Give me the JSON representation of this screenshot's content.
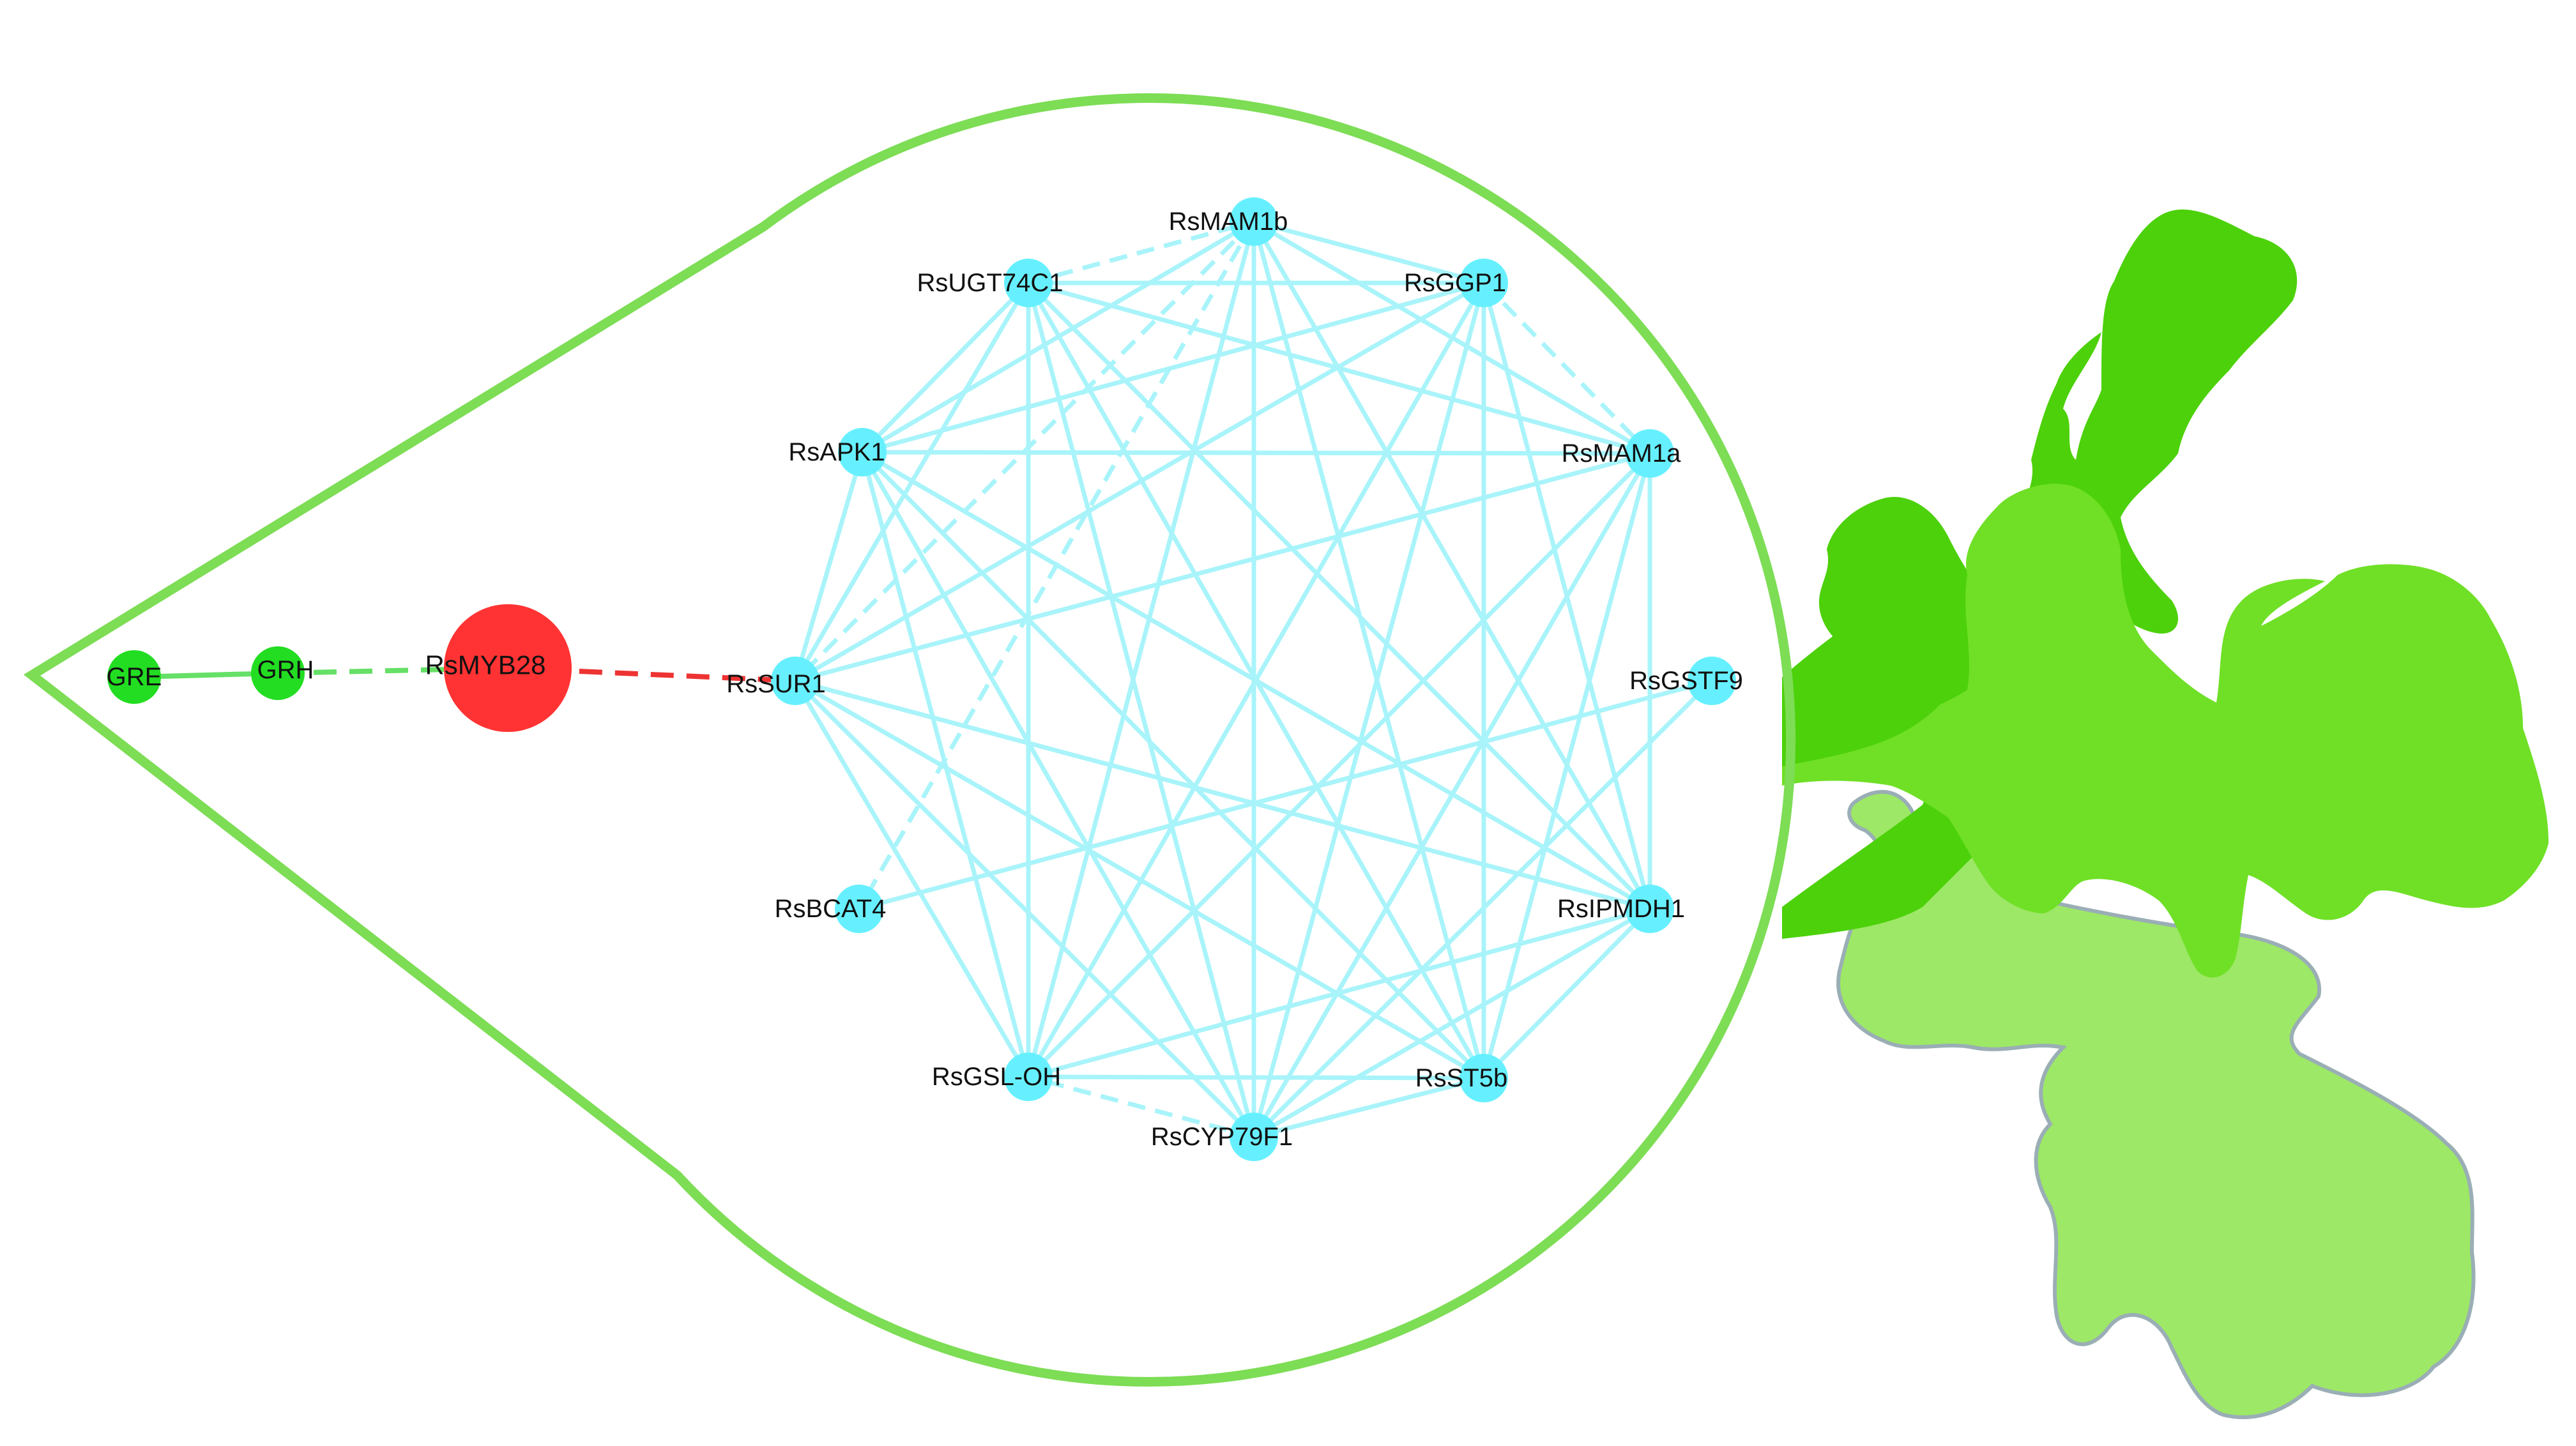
{
  "colors": {
    "outline": "#7ddd55",
    "hub_node": "#ff3333",
    "gene_node": "#66f0ff",
    "gene_edge": "#a8f4fa",
    "regulator_node": "#22dd22",
    "hub_edge": "#ee3333",
    "regulator_edge": "#66e066",
    "leaf_dark": "#4cd10a",
    "leaf_mid": "#6fe026",
    "leaf_light": "#9de866"
  },
  "nodes": [
    {
      "id": "GRE",
      "label": "GRE",
      "kind": "regulator"
    },
    {
      "id": "GRH",
      "label": "GRH",
      "kind": "regulator"
    },
    {
      "id": "RsMYB28",
      "label": "RsMYB28",
      "kind": "hub"
    },
    {
      "id": "RsSUR1",
      "label": "RsSUR1",
      "kind": "gene"
    },
    {
      "id": "RsAPK1",
      "label": "RsAPK1",
      "kind": "gene"
    },
    {
      "id": "RsUGT74C1",
      "label": "RsUGT74C1",
      "kind": "gene"
    },
    {
      "id": "RsMAM1b",
      "label": "RsMAM1b",
      "kind": "gene"
    },
    {
      "id": "RsGGP1",
      "label": "RsGGP1",
      "kind": "gene"
    },
    {
      "id": "RsMAM1a",
      "label": "RsMAM1a",
      "kind": "gene"
    },
    {
      "id": "RsGSTF9",
      "label": "RsGSTF9",
      "kind": "gene"
    },
    {
      "id": "RsIPMDH1",
      "label": "RsIPMDH1",
      "kind": "gene"
    },
    {
      "id": "RsST5b",
      "label": "RsST5b",
      "kind": "gene"
    },
    {
      "id": "RsCYP79F1",
      "label": "RsCYP79F1",
      "kind": "gene"
    },
    {
      "id": "RsGSL-OH",
      "label": "RsGSL-OH",
      "kind": "gene"
    },
    {
      "id": "RsBCAT4",
      "label": "RsBCAT4",
      "kind": "gene"
    }
  ],
  "edges": [
    {
      "from": "GRE",
      "to": "GRH",
      "style": "solid",
      "kind": "regulator"
    },
    {
      "from": "GRH",
      "to": "RsMYB28",
      "style": "dashed",
      "kind": "regulator"
    },
    {
      "from": "RsMYB28",
      "to": "RsSUR1",
      "style": "dashed",
      "kind": "hub"
    },
    {
      "from": "RsUGT74C1",
      "to": "RsMAM1b",
      "style": "dashed",
      "kind": "gene"
    },
    {
      "from": "RsUGT74C1",
      "to": "RsGGP1",
      "style": "solid",
      "kind": "gene"
    },
    {
      "from": "RsUGT74C1",
      "to": "RsAPK1",
      "style": "solid",
      "kind": "gene"
    },
    {
      "from": "RsUGT74C1",
      "to": "RsSUR1",
      "style": "solid",
      "kind": "gene"
    },
    {
      "from": "RsUGT74C1",
      "to": "RsMAM1a",
      "style": "solid",
      "kind": "gene"
    },
    {
      "from": "RsUGT74C1",
      "to": "RsIPMDH1",
      "style": "solid",
      "kind": "gene"
    },
    {
      "from": "RsUGT74C1",
      "to": "RsST5b",
      "style": "solid",
      "kind": "gene"
    },
    {
      "from": "RsUGT74C1",
      "to": "RsCYP79F1",
      "style": "solid",
      "kind": "gene"
    },
    {
      "from": "RsUGT74C1",
      "to": "RsGSL-OH",
      "style": "solid",
      "kind": "gene"
    },
    {
      "from": "RsMAM1b",
      "to": "RsGGP1",
      "style": "solid",
      "kind": "gene"
    },
    {
      "from": "RsMAM1b",
      "to": "RsAPK1",
      "style": "solid",
      "kind": "gene"
    },
    {
      "from": "RsMAM1b",
      "to": "RsSUR1",
      "style": "dashed",
      "kind": "gene"
    },
    {
      "from": "RsMAM1b",
      "to": "RsBCAT4",
      "style": "dashed",
      "kind": "gene"
    },
    {
      "from": "RsMAM1b",
      "to": "RsMAM1a",
      "style": "solid",
      "kind": "gene"
    },
    {
      "from": "RsMAM1b",
      "to": "RsIPMDH1",
      "style": "solid",
      "kind": "gene"
    },
    {
      "from": "RsMAM1b",
      "to": "RsST5b",
      "style": "solid",
      "kind": "gene"
    },
    {
      "from": "RsMAM1b",
      "to": "RsCYP79F1",
      "style": "solid",
      "kind": "gene"
    },
    {
      "from": "RsMAM1b",
      "to": "RsGSL-OH",
      "style": "solid",
      "kind": "gene"
    },
    {
      "from": "RsGGP1",
      "to": "RsMAM1a",
      "style": "dashed",
      "kind": "gene"
    },
    {
      "from": "RsGGP1",
      "to": "RsAPK1",
      "style": "solid",
      "kind": "gene"
    },
    {
      "from": "RsGGP1",
      "to": "RsSUR1",
      "style": "solid",
      "kind": "gene"
    },
    {
      "from": "RsGGP1",
      "to": "RsIPMDH1",
      "style": "solid",
      "kind": "gene"
    },
    {
      "from": "RsGGP1",
      "to": "RsST5b",
      "style": "solid",
      "kind": "gene"
    },
    {
      "from": "RsGGP1",
      "to": "RsCYP79F1",
      "style": "solid",
      "kind": "gene"
    },
    {
      "from": "RsGGP1",
      "to": "RsGSL-OH",
      "style": "solid",
      "kind": "gene"
    },
    {
      "from": "RsAPK1",
      "to": "RsMAM1a",
      "style": "solid",
      "kind": "gene"
    },
    {
      "from": "RsAPK1",
      "to": "RsSUR1",
      "style": "solid",
      "kind": "gene"
    },
    {
      "from": "RsAPK1",
      "to": "RsIPMDH1",
      "style": "solid",
      "kind": "gene"
    },
    {
      "from": "RsAPK1",
      "to": "RsST5b",
      "style": "solid",
      "kind": "gene"
    },
    {
      "from": "RsAPK1",
      "to": "RsCYP79F1",
      "style": "solid",
      "kind": "gene"
    },
    {
      "from": "RsAPK1",
      "to": "RsGSL-OH",
      "style": "solid",
      "kind": "gene"
    },
    {
      "from": "RsMAM1a",
      "to": "RsSUR1",
      "style": "solid",
      "kind": "gene"
    },
    {
      "from": "RsMAM1a",
      "to": "RsIPMDH1",
      "style": "solid",
      "kind": "gene"
    },
    {
      "from": "RsMAM1a",
      "to": "RsST5b",
      "style": "solid",
      "kind": "gene"
    },
    {
      "from": "RsMAM1a",
      "to": "RsCYP79F1",
      "style": "solid",
      "kind": "gene"
    },
    {
      "from": "RsMAM1a",
      "to": "RsGSL-OH",
      "style": "solid",
      "kind": "gene"
    },
    {
      "from": "RsSUR1",
      "to": "RsIPMDH1",
      "style": "solid",
      "kind": "gene"
    },
    {
      "from": "RsSUR1",
      "to": "RsST5b",
      "style": "solid",
      "kind": "gene"
    },
    {
      "from": "RsSUR1",
      "to": "RsCYP79F1",
      "style": "solid",
      "kind": "gene"
    },
    {
      "from": "RsSUR1",
      "to": "RsGSL-OH",
      "style": "solid",
      "kind": "gene"
    },
    {
      "from": "RsGSTF9",
      "to": "RsBCAT4",
      "style": "solid",
      "kind": "gene"
    },
    {
      "from": "RsGSTF9",
      "to": "RsCYP79F1",
      "style": "solid",
      "kind": "gene"
    },
    {
      "from": "RsIPMDH1",
      "to": "RsST5b",
      "style": "solid",
      "kind": "gene"
    },
    {
      "from": "RsIPMDH1",
      "to": "RsCYP79F1",
      "style": "solid",
      "kind": "gene"
    },
    {
      "from": "RsIPMDH1",
      "to": "RsGSL-OH",
      "style": "solid",
      "kind": "gene"
    },
    {
      "from": "RsST5b",
      "to": "RsCYP79F1",
      "style": "solid",
      "kind": "gene"
    },
    {
      "from": "RsST5b",
      "to": "RsGSL-OH",
      "style": "solid",
      "kind": "gene"
    },
    {
      "from": "RsCYP79F1",
      "to": "RsGSL-OH",
      "style": "dashed",
      "kind": "gene"
    }
  ]
}
